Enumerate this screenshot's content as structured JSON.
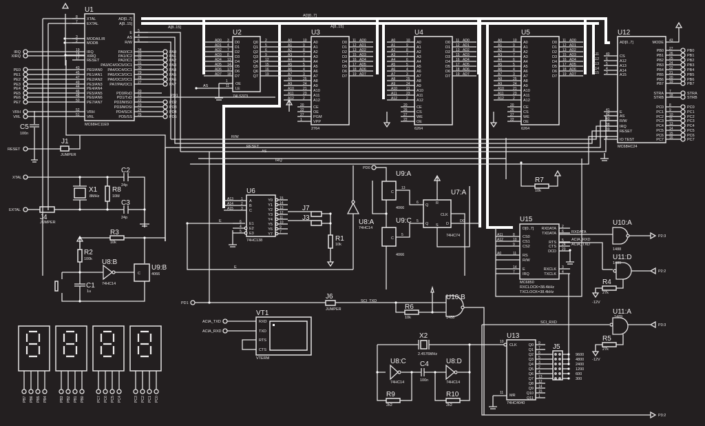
{
  "title": "MC68HC11E9 microcontroller board schematic",
  "buses": {
    "ad": "AD[0..7]",
    "a": "A[8..15]"
  },
  "signals": {
    "rw": "R/W",
    "reset": "RESET",
    "as": "AS",
    "irq": "IRQ",
    "e": "E",
    "sci_txd": "SCI_TXD",
    "sci_rxd": "SCI_RXD",
    "acia_rxd": "ACIA_RXD",
    "acia_txd": "ACIA_TXD",
    "d0": "D0",
    "pd1": "PD1",
    "pd0": "PD0"
  },
  "u1": {
    "ref": "U1",
    "part": "MC68HC11E9",
    "left_pins": [
      {
        "num": "8",
        "name": "XTAL"
      },
      {
        "num": "7",
        "name": "EXTAL"
      },
      {
        "num": "3",
        "name": "MODA/LIR"
      },
      {
        "num": "2",
        "name": "MODB"
      },
      {
        "num": "19",
        "name": "IRQ"
      },
      {
        "num": "18",
        "name": "XIRQ"
      },
      {
        "num": "17",
        "name": "RESET"
      },
      {
        "num": "43",
        "name": "PE0/AN0"
      },
      {
        "num": "45",
        "name": "PE1/AN1"
      },
      {
        "num": "47",
        "name": "PE2/AN2"
      },
      {
        "num": "49",
        "name": "PE3/AN3"
      },
      {
        "num": "44",
        "name": "PE4/AN4"
      },
      {
        "num": "46",
        "name": "PE5/AN5"
      },
      {
        "num": "48",
        "name": "PE6/AN6"
      },
      {
        "num": "50",
        "name": "PE7/AN7"
      },
      {
        "num": "52",
        "name": "VRH"
      },
      {
        "num": "51",
        "name": "VRL"
      }
    ],
    "right_pins": [
      {
        "num": "",
        "name": "AD[0..7]"
      },
      {
        "num": "",
        "name": "A[8..15]"
      },
      {
        "num": "5",
        "name": "E"
      },
      {
        "num": "4",
        "name": "AS"
      },
      {
        "num": "6",
        "name": "R/W"
      },
      {
        "num": "34",
        "name": "PA0/IC3"
      },
      {
        "num": "33",
        "name": "PA1/IC2"
      },
      {
        "num": "32",
        "name": "PA2/IC1"
      },
      {
        "num": "31",
        "name": "PA3/IC4/OC5/OC1"
      },
      {
        "num": "30",
        "name": "PA4/OC4/OC1"
      },
      {
        "num": "29",
        "name": "PA5/OC3/OC1"
      },
      {
        "num": "28",
        "name": "PA6/OC2/OC1"
      },
      {
        "num": "27",
        "name": "PA7/PAI/OC1"
      },
      {
        "num": "20",
        "name": "PD0/RxD"
      },
      {
        "num": "21",
        "name": "PD1/TxD"
      },
      {
        "num": "22",
        "name": "PD2/MISO"
      },
      {
        "num": "23",
        "name": "PD3/MOSI"
      },
      {
        "num": "24",
        "name": "PD4/SCK"
      },
      {
        "num": "25",
        "name": "PD5/SS"
      }
    ],
    "ext_left": [
      "IRQ",
      "XIRQ",
      "PE0",
      "PE1",
      "PE2",
      "PE3",
      "PE4",
      "PE5",
      "PE6",
      "PE7",
      "VRH",
      "VRL"
    ],
    "ext_right": [
      "PA0",
      "PA1",
      "PA2",
      "PA3",
      "PA4",
      "PA5",
      "PA6",
      "PA7",
      "PD1",
      "PD2",
      "PD3",
      "PD4",
      "PD5"
    ]
  },
  "u2": {
    "ref": "U2",
    "part": "74LS373",
    "in_nets": [
      "AD0",
      "AD1",
      "AD2",
      "AD3",
      "AD4",
      "AD5",
      "AD6",
      "AD7"
    ],
    "in_nums": [
      "3",
      "4",
      "7",
      "8",
      "13",
      "14",
      "17",
      "18"
    ],
    "in_names": [
      "D0",
      "D1",
      "D2",
      "D3",
      "D4",
      "D5",
      "D6",
      "D7"
    ],
    "out_names": [
      "Q0",
      "Q1",
      "Q2",
      "Q3",
      "Q4",
      "Q5",
      "Q6",
      "Q7"
    ],
    "out_nums": [
      "2",
      "5",
      "6",
      "9",
      "12",
      "15",
      "16",
      "19"
    ],
    "ctrl": [
      {
        "num": "1",
        "name": "OE"
      },
      {
        "num": "11",
        "name": "LE"
      }
    ],
    "as_label": "AS"
  },
  "u3": {
    "ref": "U3",
    "part": "2764",
    "addr_nets": [
      "A0",
      "A1",
      "A2",
      "A3",
      "A4",
      "A5",
      "A6",
      "A7",
      "A8",
      "A9",
      "A10",
      "A11",
      "A12"
    ],
    "addr_nums": [
      "10",
      "9",
      "8",
      "7",
      "6",
      "5",
      "4",
      "3",
      "25",
      "24",
      "21",
      "23",
      "2"
    ],
    "data_names": [
      "D0",
      "D1",
      "D2",
      "D3",
      "D4",
      "D5",
      "D6",
      "D7"
    ],
    "data_nums": [
      "11",
      "12",
      "13",
      "15",
      "16",
      "17",
      "18",
      "19"
    ],
    "data_nets": [
      "AD0",
      "AD1",
      "AD2",
      "AD3",
      "AD4",
      "AD5",
      "AD6",
      "AD7"
    ],
    "ctrl": [
      {
        "num": "20",
        "name": "CE"
      },
      {
        "num": "22",
        "name": "OE"
      },
      {
        "num": "27",
        "name": "PGM"
      },
      {
        "num": "1",
        "name": "VPP"
      }
    ]
  },
  "u4": {
    "ref": "U4",
    "part": "6264",
    "ctrl": [
      {
        "num": "20",
        "name": "CE"
      },
      {
        "num": "26",
        "name": "CS"
      },
      {
        "num": "27",
        "name": "WE"
      },
      {
        "num": "22",
        "name": "OE"
      }
    ]
  },
  "u5": {
    "ref": "U5",
    "part": "6264",
    "ctrl": [
      {
        "num": "20",
        "name": "CE"
      },
      {
        "num": "26",
        "name": "CS"
      },
      {
        "num": "27",
        "name": "WE"
      },
      {
        "num": "22",
        "name": "OE"
      }
    ]
  },
  "u12": {
    "ref": "U12",
    "part": "MC68HC24",
    "left_pins": [
      {
        "num": "",
        "name": "AD[0..7]",
        "net": ""
      },
      {
        "num": "40",
        "name": "CS",
        "net": "A11"
      },
      {
        "num": "6",
        "name": "A12",
        "net": "A12"
      },
      {
        "num": "5",
        "name": "A13",
        "net": "A13"
      },
      {
        "num": "4",
        "name": "A14",
        "net": "A14"
      },
      {
        "num": "3",
        "name": "A15",
        "net": "A15"
      },
      {
        "num": "41",
        "name": "E",
        "net": ""
      },
      {
        "num": "42",
        "name": "AS",
        "net": ""
      },
      {
        "num": "40",
        "name": "R/W",
        "net": ""
      },
      {
        "num": "38",
        "name": "IRQ",
        "net": ""
      },
      {
        "num": "39",
        "name": "RESET",
        "net": ""
      },
      {
        "num": "2",
        "name": "IO TEST",
        "net": ""
      }
    ],
    "right_pins": [
      {
        "num": "43",
        "name": "MODE"
      },
      {
        "num": "27",
        "name": "PB0",
        "ext": "PB0"
      },
      {
        "num": "26",
        "name": "PB1",
        "ext": "PB1"
      },
      {
        "num": "25",
        "name": "PB2",
        "ext": "PB2"
      },
      {
        "num": "24",
        "name": "PB3",
        "ext": "PB3"
      },
      {
        "num": "22",
        "name": "PB4",
        "ext": "PB4"
      },
      {
        "num": "21",
        "name": "PB5",
        "ext": "PB5"
      },
      {
        "num": "20",
        "name": "PB6",
        "ext": "PB6"
      },
      {
        "num": "19",
        "name": "PB7",
        "ext": "PB7"
      },
      {
        "num": "7",
        "name": "STRA",
        "ext": "STRA"
      },
      {
        "num": "18",
        "name": "STRB",
        "ext": "STRB"
      },
      {
        "num": "8",
        "name": "PC0",
        "ext": "PC0"
      },
      {
        "num": "9",
        "name": "PC1",
        "ext": "PC1"
      },
      {
        "num": "10",
        "name": "PC2",
        "ext": "PC2"
      },
      {
        "num": "11",
        "name": "PC3",
        "ext": "PC3"
      },
      {
        "num": "13",
        "name": "PC4",
        "ext": "PC4"
      },
      {
        "num": "14",
        "name": "PC5",
        "ext": "PC5"
      },
      {
        "num": "15",
        "name": "PC6",
        "ext": "PC6"
      },
      {
        "num": "16",
        "name": "PC7",
        "ext": "PC7"
      }
    ]
  },
  "u6": {
    "ref": "U6",
    "part": "74HC138",
    "in": [
      {
        "net": "A13",
        "num": "1",
        "name": "A"
      },
      {
        "net": "A14",
        "num": "2",
        "name": "B"
      },
      {
        "net": "A15",
        "num": "3",
        "name": "C"
      }
    ],
    "en": [
      {
        "num": "6",
        "name": "E1"
      },
      {
        "num": "4",
        "name": "E2"
      },
      {
        "num": "5",
        "name": "E3"
      }
    ],
    "out": [
      {
        "num": "15",
        "name": "Y0"
      },
      {
        "num": "14",
        "name": "Y1"
      },
      {
        "num": "13",
        "name": "Y2"
      },
      {
        "num": "12",
        "name": "Y3"
      },
      {
        "num": "11",
        "name": "Y4"
      },
      {
        "num": "10",
        "name": "Y5"
      },
      {
        "num": "9",
        "name": "Y6"
      },
      {
        "num": "7",
        "name": "Y7"
      }
    ]
  },
  "u15": {
    "ref": "U15",
    "part": "MC6850",
    "note1": "RXCLOCK=38.4kHz",
    "note2": "TXCLOCK=38.4kHz",
    "left_pins": [
      {
        "num": "",
        "name": "D[0..7]",
        "net": ""
      },
      {
        "num": "8",
        "name": "CS0",
        "net": "A11"
      },
      {
        "num": "10",
        "name": "CS1",
        "net": "A12"
      },
      {
        "num": "9",
        "name": "CS2",
        "net": ""
      },
      {
        "num": "11",
        "name": "RS",
        "net": "A0"
      },
      {
        "num": "",
        "name": "R/W",
        "net": ""
      },
      {
        "num": "14",
        "name": "E",
        "net": ""
      },
      {
        "num": "7",
        "name": "IRQ",
        "net": ""
      }
    ],
    "right_pins": [
      {
        "num": "2",
        "name": "RXDATA"
      },
      {
        "num": "6",
        "name": "TXDATA"
      },
      {
        "num": "5",
        "name": "RTS"
      },
      {
        "num": "24",
        "name": "CTS"
      },
      {
        "num": "23",
        "name": "DCD"
      },
      {
        "num": "3",
        "name": "RXCLK"
      },
      {
        "num": "4",
        "name": "TXCLK"
      }
    ]
  },
  "u13": {
    "ref": "U13",
    "part": "74HC4040",
    "clk": {
      "num": "10",
      "name": "CLK"
    },
    "mr": {
      "num": "11",
      "name": "MR"
    },
    "outs": [
      {
        "name": "Q0",
        "num": "9"
      },
      {
        "name": "Q1",
        "num": "7"
      },
      {
        "name": "Q2",
        "num": "6"
      },
      {
        "name": "Q3",
        "num": "5"
      },
      {
        "name": "Q4",
        "num": "3"
      },
      {
        "name": "Q5",
        "num": "2"
      },
      {
        "name": "Q6",
        "num": "4"
      },
      {
        "name": "Q7",
        "num": "13"
      },
      {
        "name": "Q8",
        "num": "12"
      },
      {
        "name": "Q9",
        "num": "14"
      },
      {
        "name": "Q10",
        "num": "15"
      },
      {
        "name": "Q11",
        "num": "1"
      }
    ]
  },
  "j5": {
    "ref": "J5",
    "bauds": [
      "9600",
      "4800",
      "2400",
      "1200",
      "600",
      "300"
    ]
  },
  "gates": {
    "u7a": {
      "ref": "U7:A",
      "part": "74HC74",
      "pins": {
        "q": "Q",
        "qn": "Q",
        "r": "R",
        "s": "S",
        "clk": "CLK",
        "d": "D"
      },
      "nums": {
        "q": "6",
        "qn": "5",
        "r": "1",
        "s": "4",
        "clk": "3",
        "d": "2"
      }
    },
    "u8a": {
      "ref": "U8:A",
      "part": "74HC14"
    },
    "u8b": {
      "ref": "U8:B",
      "part": "74HC14",
      "in": "3",
      "out": "4"
    },
    "u8c": {
      "ref": "U8:C",
      "part": "74HC14",
      "in": "5",
      "out": "6"
    },
    "u8d": {
      "ref": "U8:D",
      "part": "74HC14",
      "in": "13",
      "out": "12"
    },
    "u9a": {
      "ref": "U9:A",
      "part": "4066",
      "out": "13",
      "c": "C"
    },
    "u9b": {
      "ref": "U9:B",
      "part": "4066",
      "c": "C",
      "in": "12",
      "x": "11",
      "y": "10"
    },
    "u9c": {
      "ref": "U9:C",
      "part": "4066",
      "out": "5",
      "c": "C"
    },
    "u10a": {
      "ref": "U10:A",
      "part": "1488",
      "in": "2",
      "out": "3",
      "port": "P2:3"
    },
    "u10b": {
      "ref": "U10:B",
      "part": "1488",
      "in1": "4",
      "in2": "5",
      "out": "6"
    },
    "u11a": {
      "ref": "U11:A",
      "part": "1489",
      "in": "3",
      "out": "1",
      "port": "P3:3"
    },
    "u11d": {
      "ref": "U11:D",
      "part": "1489",
      "in": "11",
      "out": "13",
      "port": "P2:2"
    },
    "p32": "P3:2"
  },
  "passives": {
    "c1": {
      "ref": "C1",
      "value": "1u"
    },
    "c2": {
      "ref": "C2",
      "value": "24p"
    },
    "c3": {
      "ref": "C3",
      "value": "24p"
    },
    "c4": {
      "ref": "C4",
      "value": "100n"
    },
    "c5": {
      "ref": "C5",
      "value": "100n"
    },
    "r1": {
      "ref": "R1",
      "value": "10k"
    },
    "r2": {
      "ref": "R2",
      "value": "100k"
    },
    "r3": {
      "ref": "R3",
      "value": "10k"
    },
    "r4": {
      "ref": "R4",
      "value": "27k"
    },
    "r5": {
      "ref": "R5",
      "value": "27k"
    },
    "r6": {
      "ref": "R6",
      "value": "10k"
    },
    "r7": {
      "ref": "R7",
      "value": "10k"
    },
    "r8": {
      "ref": "R8",
      "value": "10M"
    },
    "r9": {
      "ref": "R9",
      "value": "2k2"
    },
    "r10": {
      "ref": "R10",
      "value": "2k2"
    },
    "x1": {
      "ref": "X1",
      "value": "8MHz"
    },
    "x2": {
      "ref": "X2",
      "value": "2.4576MHz"
    },
    "neg12": "-12V"
  },
  "jumpers": {
    "j1": {
      "ref": "J1",
      "label": "JUMPER"
    },
    "j3": {
      "ref": "J3"
    },
    "j4": {
      "ref": "J4",
      "label": "JUMPER"
    },
    "j6": {
      "ref": "J6",
      "label": "JUMPER"
    },
    "j7": {
      "ref": "J7"
    }
  },
  "terminals": {
    "reset": "RESET",
    "xtal": "XTAL",
    "extal": "EXTAL",
    "pd1": "PD1",
    "pd0": "PD0",
    "acia_txd": "ACIA_TXD",
    "acia_rxd": "ACIA_RXD"
  },
  "vterm": {
    "ref": "VT1",
    "part": "VTERM",
    "pins": [
      "RXD",
      "TXD",
      "RTS",
      "CTS"
    ]
  },
  "displays": {
    "digits": [
      {
        "pins": [
          "PB7",
          "PB6",
          "PB5",
          "PB4"
        ]
      },
      {
        "pins": [
          "PB3",
          "PB2",
          "PB1",
          "PB0"
        ]
      },
      {
        "pins": [
          "PC7",
          "PC6",
          "PC5",
          "PC4"
        ]
      },
      {
        "pins": [
          "PC3",
          "PC2",
          "PC1",
          "PC0"
        ]
      }
    ]
  }
}
